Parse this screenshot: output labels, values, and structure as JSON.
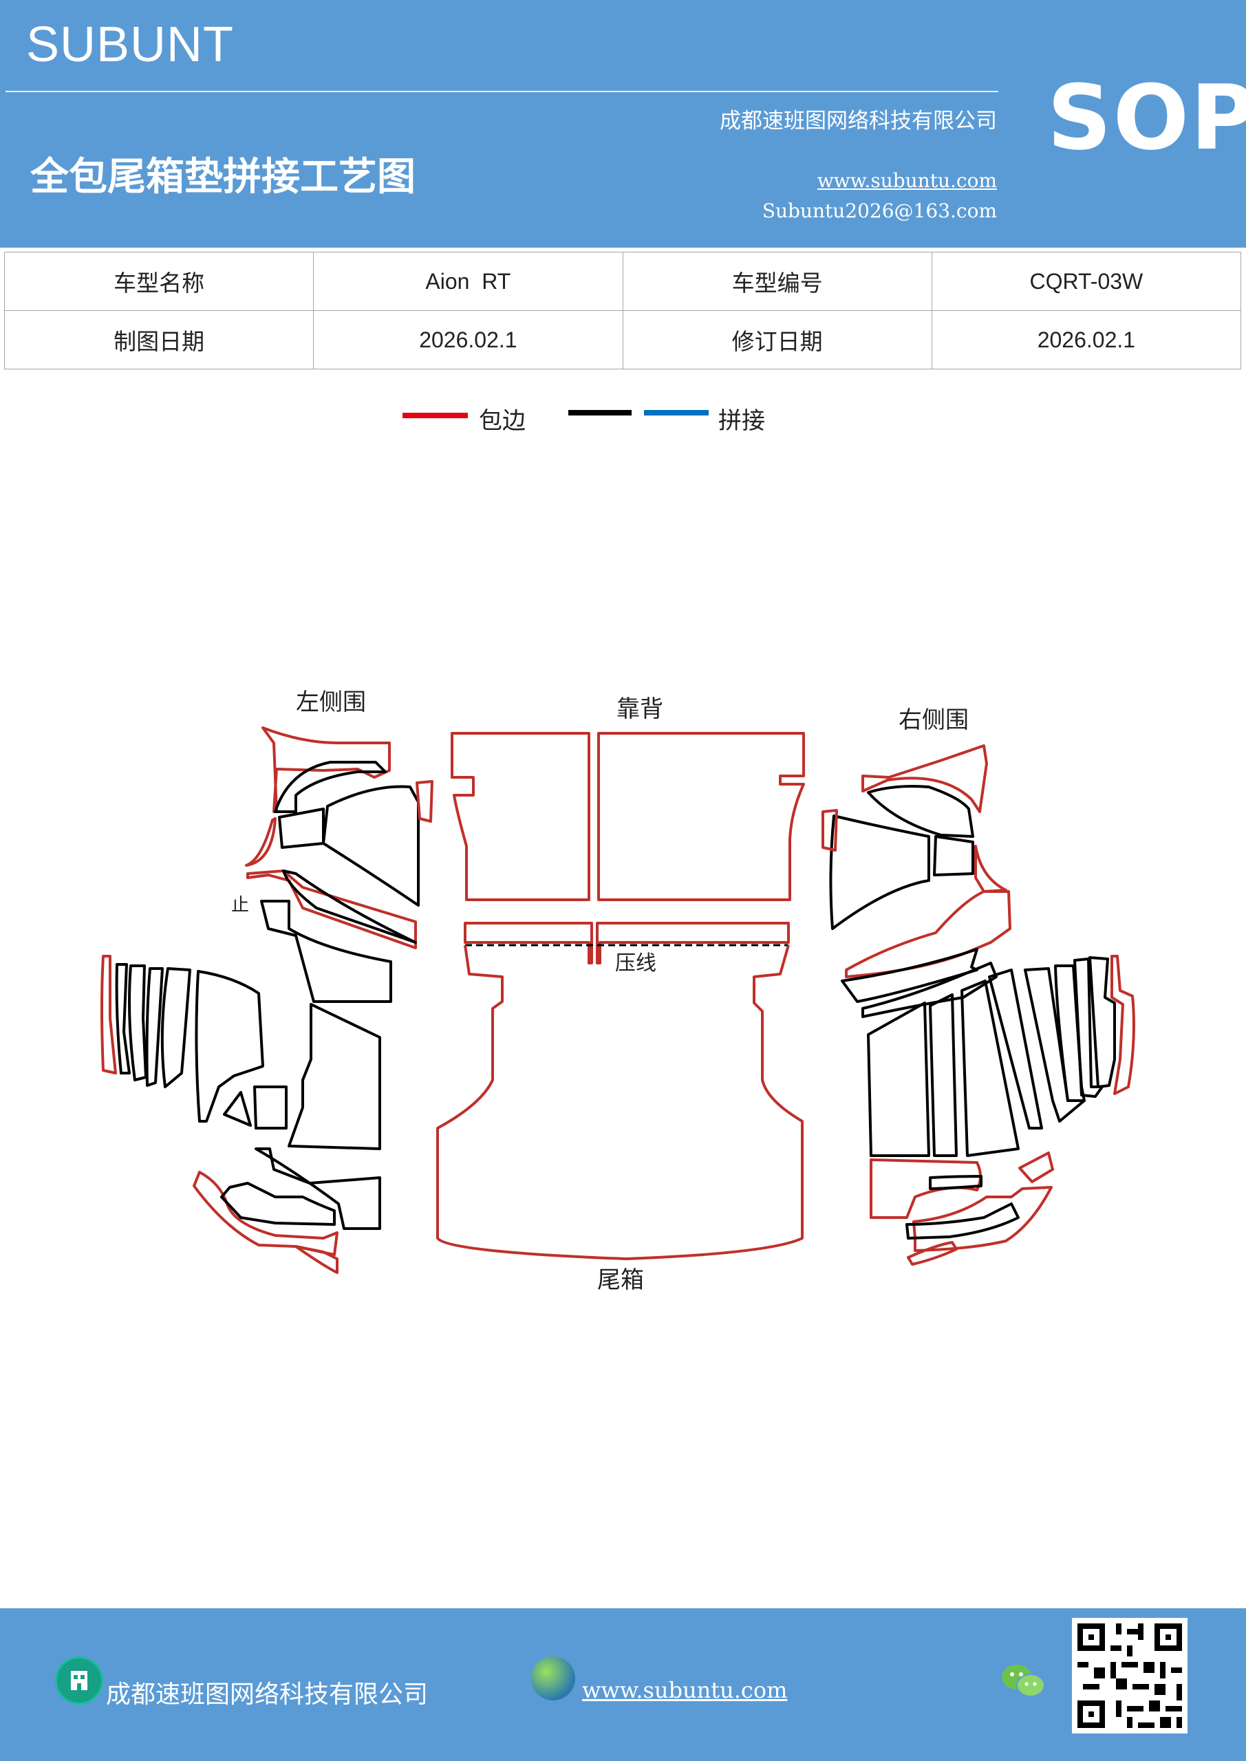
{
  "header": {
    "brand": "SUBUNT",
    "company": "成都速班图网络科技有限公司",
    "badge": "SOP",
    "title": "全包尾箱垫拼接工艺图",
    "website": "www.subuntu.com",
    "email": "Subuntu2026@163.com"
  },
  "info": {
    "model_name_label": "车型名称",
    "model_name": "Aion  RT",
    "model_code_label": "车型编号",
    "model_code": "CQRT-03W",
    "draw_date_label": "制图日期",
    "draw_date": "2026.02.1",
    "revise_date_label": "修订日期",
    "revise_date": "2026.02.1"
  },
  "legend": {
    "edge_label": "包边",
    "splice_label": "拼接",
    "colors": {
      "edge": "#e30613",
      "black": "#000000",
      "splice": "#0070c0"
    }
  },
  "diagram": {
    "left_side": "左侧围",
    "back": "靠背",
    "right_side": "右侧围",
    "crease": "压线",
    "trunk": "尾箱",
    "stop_mark": "止"
  },
  "footer": {
    "company": "成都速班图网络科技有限公司",
    "website": "www.subuntu.com"
  }
}
